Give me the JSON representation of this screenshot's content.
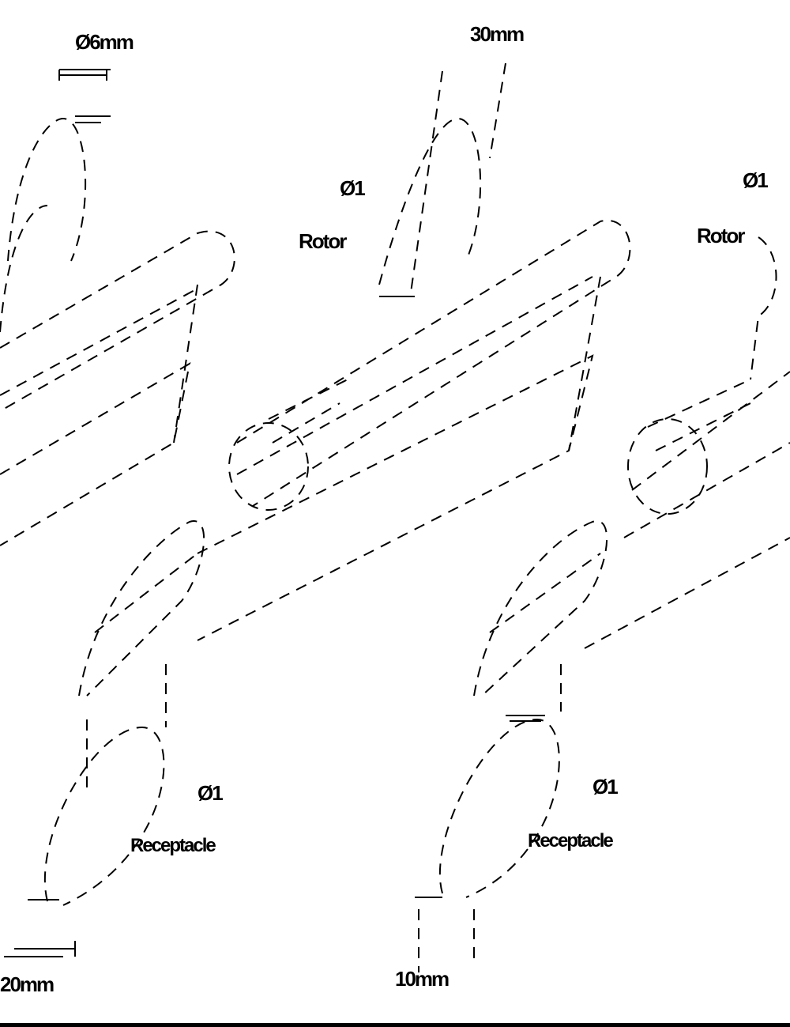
{
  "labels": {
    "top_left_dim": "Ø6mm",
    "top_center_dim": "30mm",
    "left_part_num": "Ø1",
    "left_part_name": "Rotor",
    "right_part_num": "Ø1",
    "right_part_name": "Rotor",
    "bottom_left_part_num": "Ø1",
    "bottom_left_part_name": "Receptacle",
    "bottom_right_part_num": "Ø1",
    "bottom_right_part_name": "Receptacle",
    "bottom_left_dim": "20mm",
    "bottom_center_dim": "10mm"
  }
}
